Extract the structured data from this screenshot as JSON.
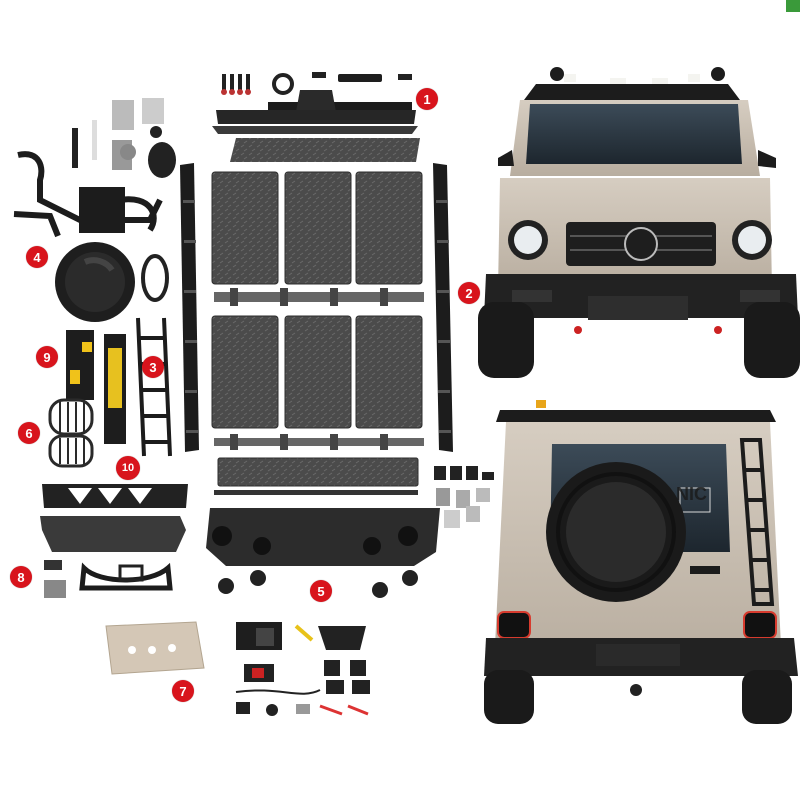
{
  "badges": {
    "b1": "1",
    "b2": "2",
    "b3": "3",
    "b4": "4",
    "b5": "5",
    "b6": "6",
    "b7": "7",
    "b8": "8",
    "b9": "9",
    "b10": "10"
  },
  "rear_vehicle": {
    "window_lettering": "NIC"
  },
  "colors": {
    "badge": "#d8141c",
    "vehicle_body": "#c9bfb2",
    "black_part": "#1c1c1c",
    "mat": "#4a4a4a",
    "corner_mark": "#3a9a3a"
  }
}
